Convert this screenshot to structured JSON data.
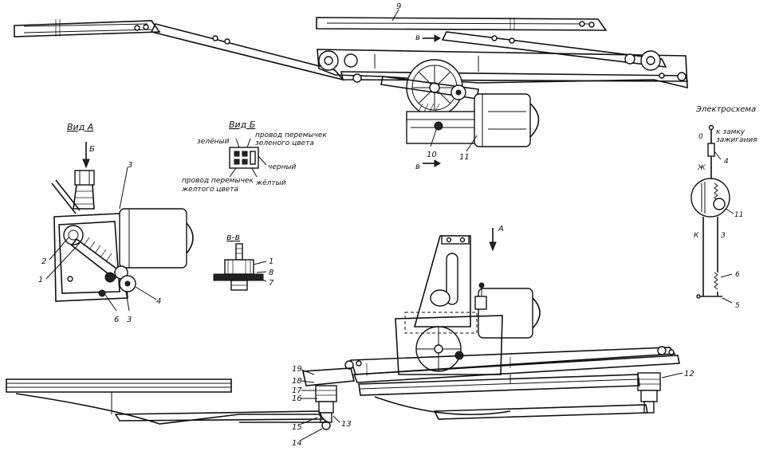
{
  "view_labels": {
    "view_a": "Вид А",
    "view_b": "Вид Б",
    "section_vv": "в-в",
    "scheme_title": "Электросхема"
  },
  "arrows": {
    "b_marker": "Б",
    "a_marker": "А",
    "v_marker_top": "в",
    "v_marker_bottom": "в"
  },
  "connector_labels": {
    "green": "зелёный",
    "green_jumper_1": "провод перемычек",
    "green_jumper_2": "зеленого цвета",
    "black": "черный",
    "yellow_jumper_1": "провод перемычек",
    "yellow_jumper_2": "желтого цвета",
    "yellow": "жёлтый"
  },
  "scheme_labels": {
    "ignition_1": "к замку",
    "ignition_2": "зажигания",
    "zero": "0",
    "zh": "Ж",
    "k": "К",
    "z": "З",
    "n4": "4",
    "n11": "11",
    "n6": "6",
    "n5": "5"
  },
  "callouts": {
    "top_9": "9",
    "top_10": "10",
    "top_11": "11",
    "va_3a": "3",
    "va_2": "2",
    "va_1": "1",
    "va_6": "6",
    "va_3b": "3",
    "va_4": "4",
    "vv_1": "1",
    "vv_8": "8",
    "vv_7": "7",
    "bot_19": "19",
    "bot_18": "18",
    "bot_17": "17",
    "bot_16": "16",
    "bot_15": "15",
    "bot_14": "14",
    "bot_13": "13",
    "bot_12": "12"
  }
}
